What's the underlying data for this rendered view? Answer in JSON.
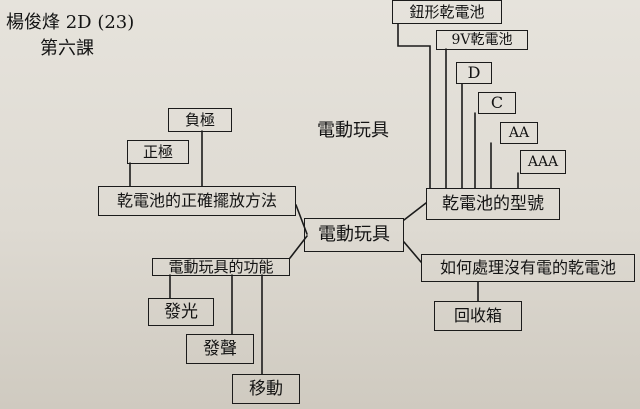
{
  "header": {
    "name": "楊俊烽 2D (23)",
    "lesson": "第六課"
  },
  "center": {
    "label": "電動玩具"
  },
  "floating_label": "電動玩具",
  "placement": {
    "label": "乾電池的正確擺放方法",
    "children": [
      "負極",
      "正極"
    ]
  },
  "types": {
    "label": "乾電池的型號",
    "children": [
      "鈕形乾電池",
      "9V乾電池",
      "D",
      "C",
      "AA",
      "AAA"
    ]
  },
  "functions": {
    "label": "電動玩具的功能",
    "children": [
      "發光",
      "發聲",
      "移動"
    ]
  },
  "disposal": {
    "label": "如何處理沒有電的乾電池",
    "children": [
      "回收箱"
    ]
  }
}
